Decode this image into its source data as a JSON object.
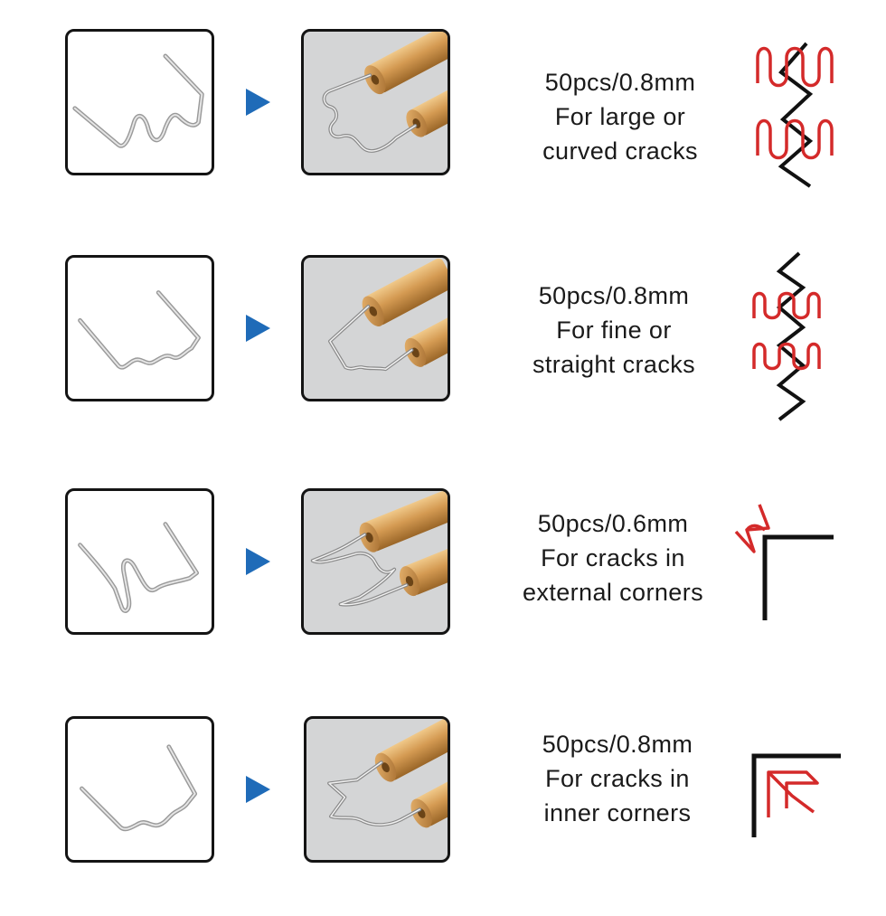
{
  "rows": [
    {
      "spec": "50pcs/0.8mm",
      "line1": "For large or",
      "line2": "curved cracks",
      "staple_icon": "wave-staple-icon",
      "diagram_icon": "curved-crack-diagram-icon"
    },
    {
      "spec": "50pcs/0.8mm",
      "line1": "For fine or",
      "line2": "straight cracks",
      "staple_icon": "flat-staple-icon",
      "diagram_icon": "straight-crack-diagram-icon"
    },
    {
      "spec": "50pcs/0.6mm",
      "line1": "For cracks in",
      "line2": "external corners",
      "staple_icon": "outside-corner-staple-icon",
      "diagram_icon": "external-corner-diagram-icon"
    },
    {
      "spec": "50pcs/0.8mm",
      "line1": "For cracks in",
      "line2": "inner corners",
      "staple_icon": "inside-corner-staple-icon",
      "diagram_icon": "inner-corner-diagram-icon"
    }
  ],
  "colors": {
    "arrow": "#1f6bb8",
    "staple_red": "#d42a2a",
    "crack_black": "#111111",
    "brass": "#c9904a",
    "photo_background": "#d4d5d6"
  }
}
